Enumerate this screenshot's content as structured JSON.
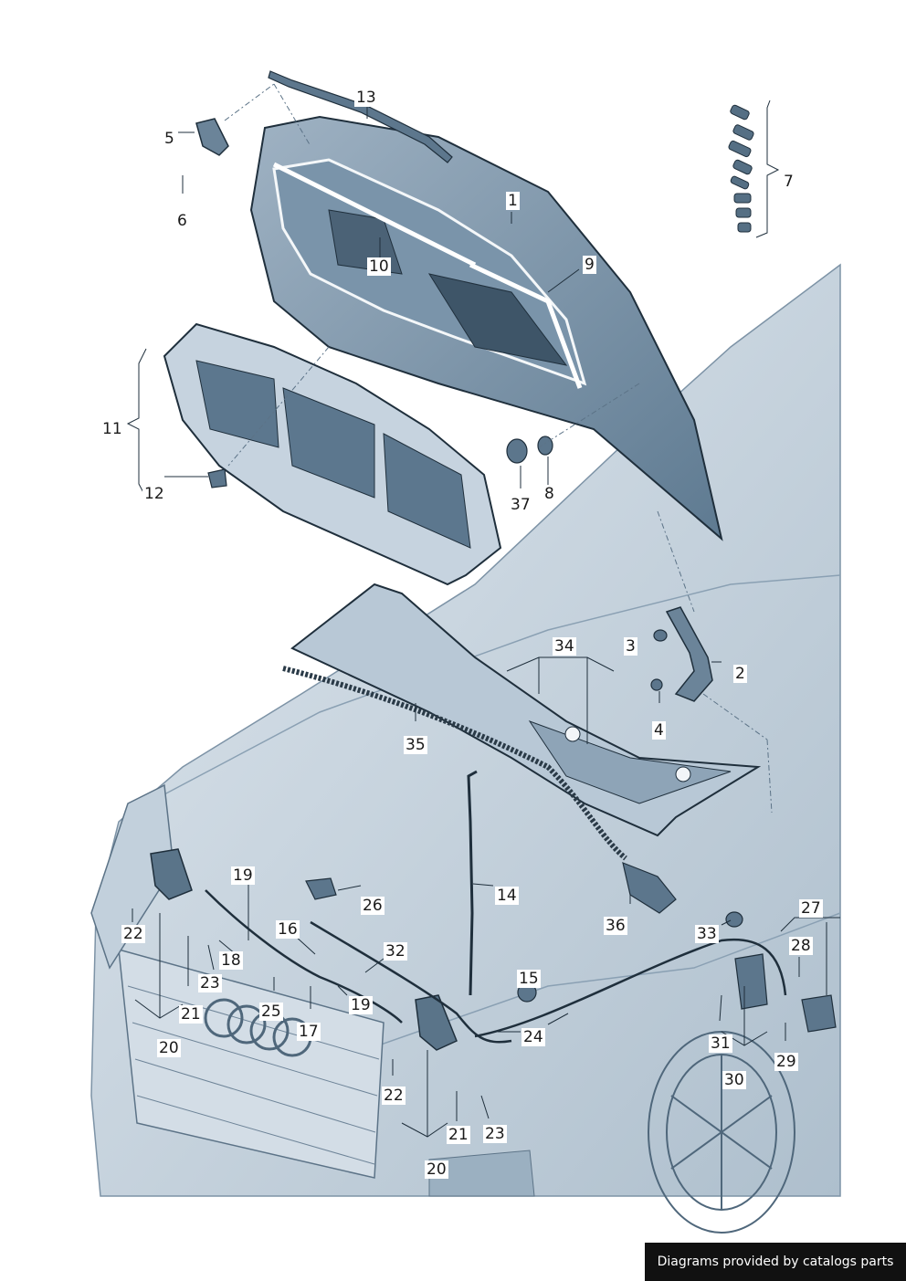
{
  "diagram": {
    "part_labels": [
      "1",
      "2",
      "3",
      "4",
      "5",
      "6",
      "7",
      "8",
      "9",
      "10",
      "11",
      "12",
      "13",
      "14",
      "15",
      "16",
      "17",
      "18",
      "19",
      "19",
      "20",
      "20",
      "21",
      "21",
      "22",
      "22",
      "23",
      "23",
      "24",
      "25",
      "26",
      "27",
      "28",
      "29",
      "30",
      "31",
      "32",
      "33",
      "34",
      "35",
      "36",
      "37"
    ]
  },
  "footer": {
    "credit": "Diagrams provided by catalogs parts"
  },
  "colors": {
    "body": "#c9d7e3",
    "part": "#6f8aa1",
    "dark": "#2e4658",
    "line": "#1f2f3c",
    "background": "#ffffff",
    "credit_bg": "#111111"
  }
}
